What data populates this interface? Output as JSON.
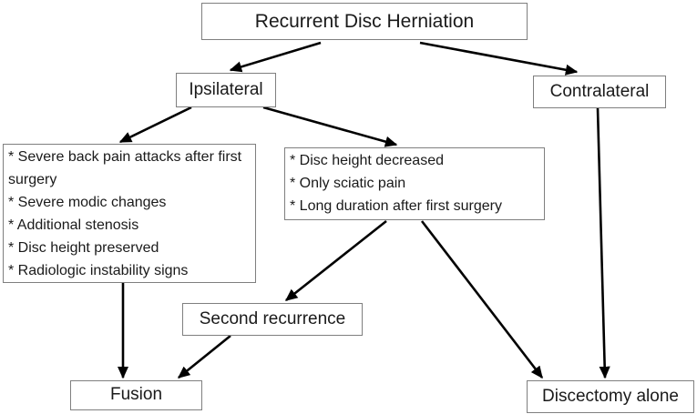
{
  "diagram": {
    "title": "Recurrent Disc Herniation",
    "nodes": {
      "root": {
        "label": "Recurrent Disc Herniation"
      },
      "ipsilateral": {
        "label": "Ipsilateral"
      },
      "contralateral": {
        "label": "Contralateral"
      },
      "fusion_criteria": {
        "lines": [
          "* Severe back pain attacks after first surgery",
          "* Severe modic changes",
          "* Additional stenosis",
          "* Disc height preserved",
          "* Radiologic instability signs"
        ]
      },
      "discectomy_criteria": {
        "lines": [
          "* Disc height decreased",
          "* Only sciatic pain",
          "* Long duration after first surgery"
        ]
      },
      "second_recurrence": {
        "label": "Second recurrence"
      },
      "fusion": {
        "label": "Fusion"
      },
      "discectomy_alone": {
        "label": "Discectomy alone"
      }
    },
    "colors": {
      "background": "#ffffff",
      "box_border": "#7f7f7f",
      "text": "#1a1a1a",
      "arrow": "#000000"
    }
  }
}
